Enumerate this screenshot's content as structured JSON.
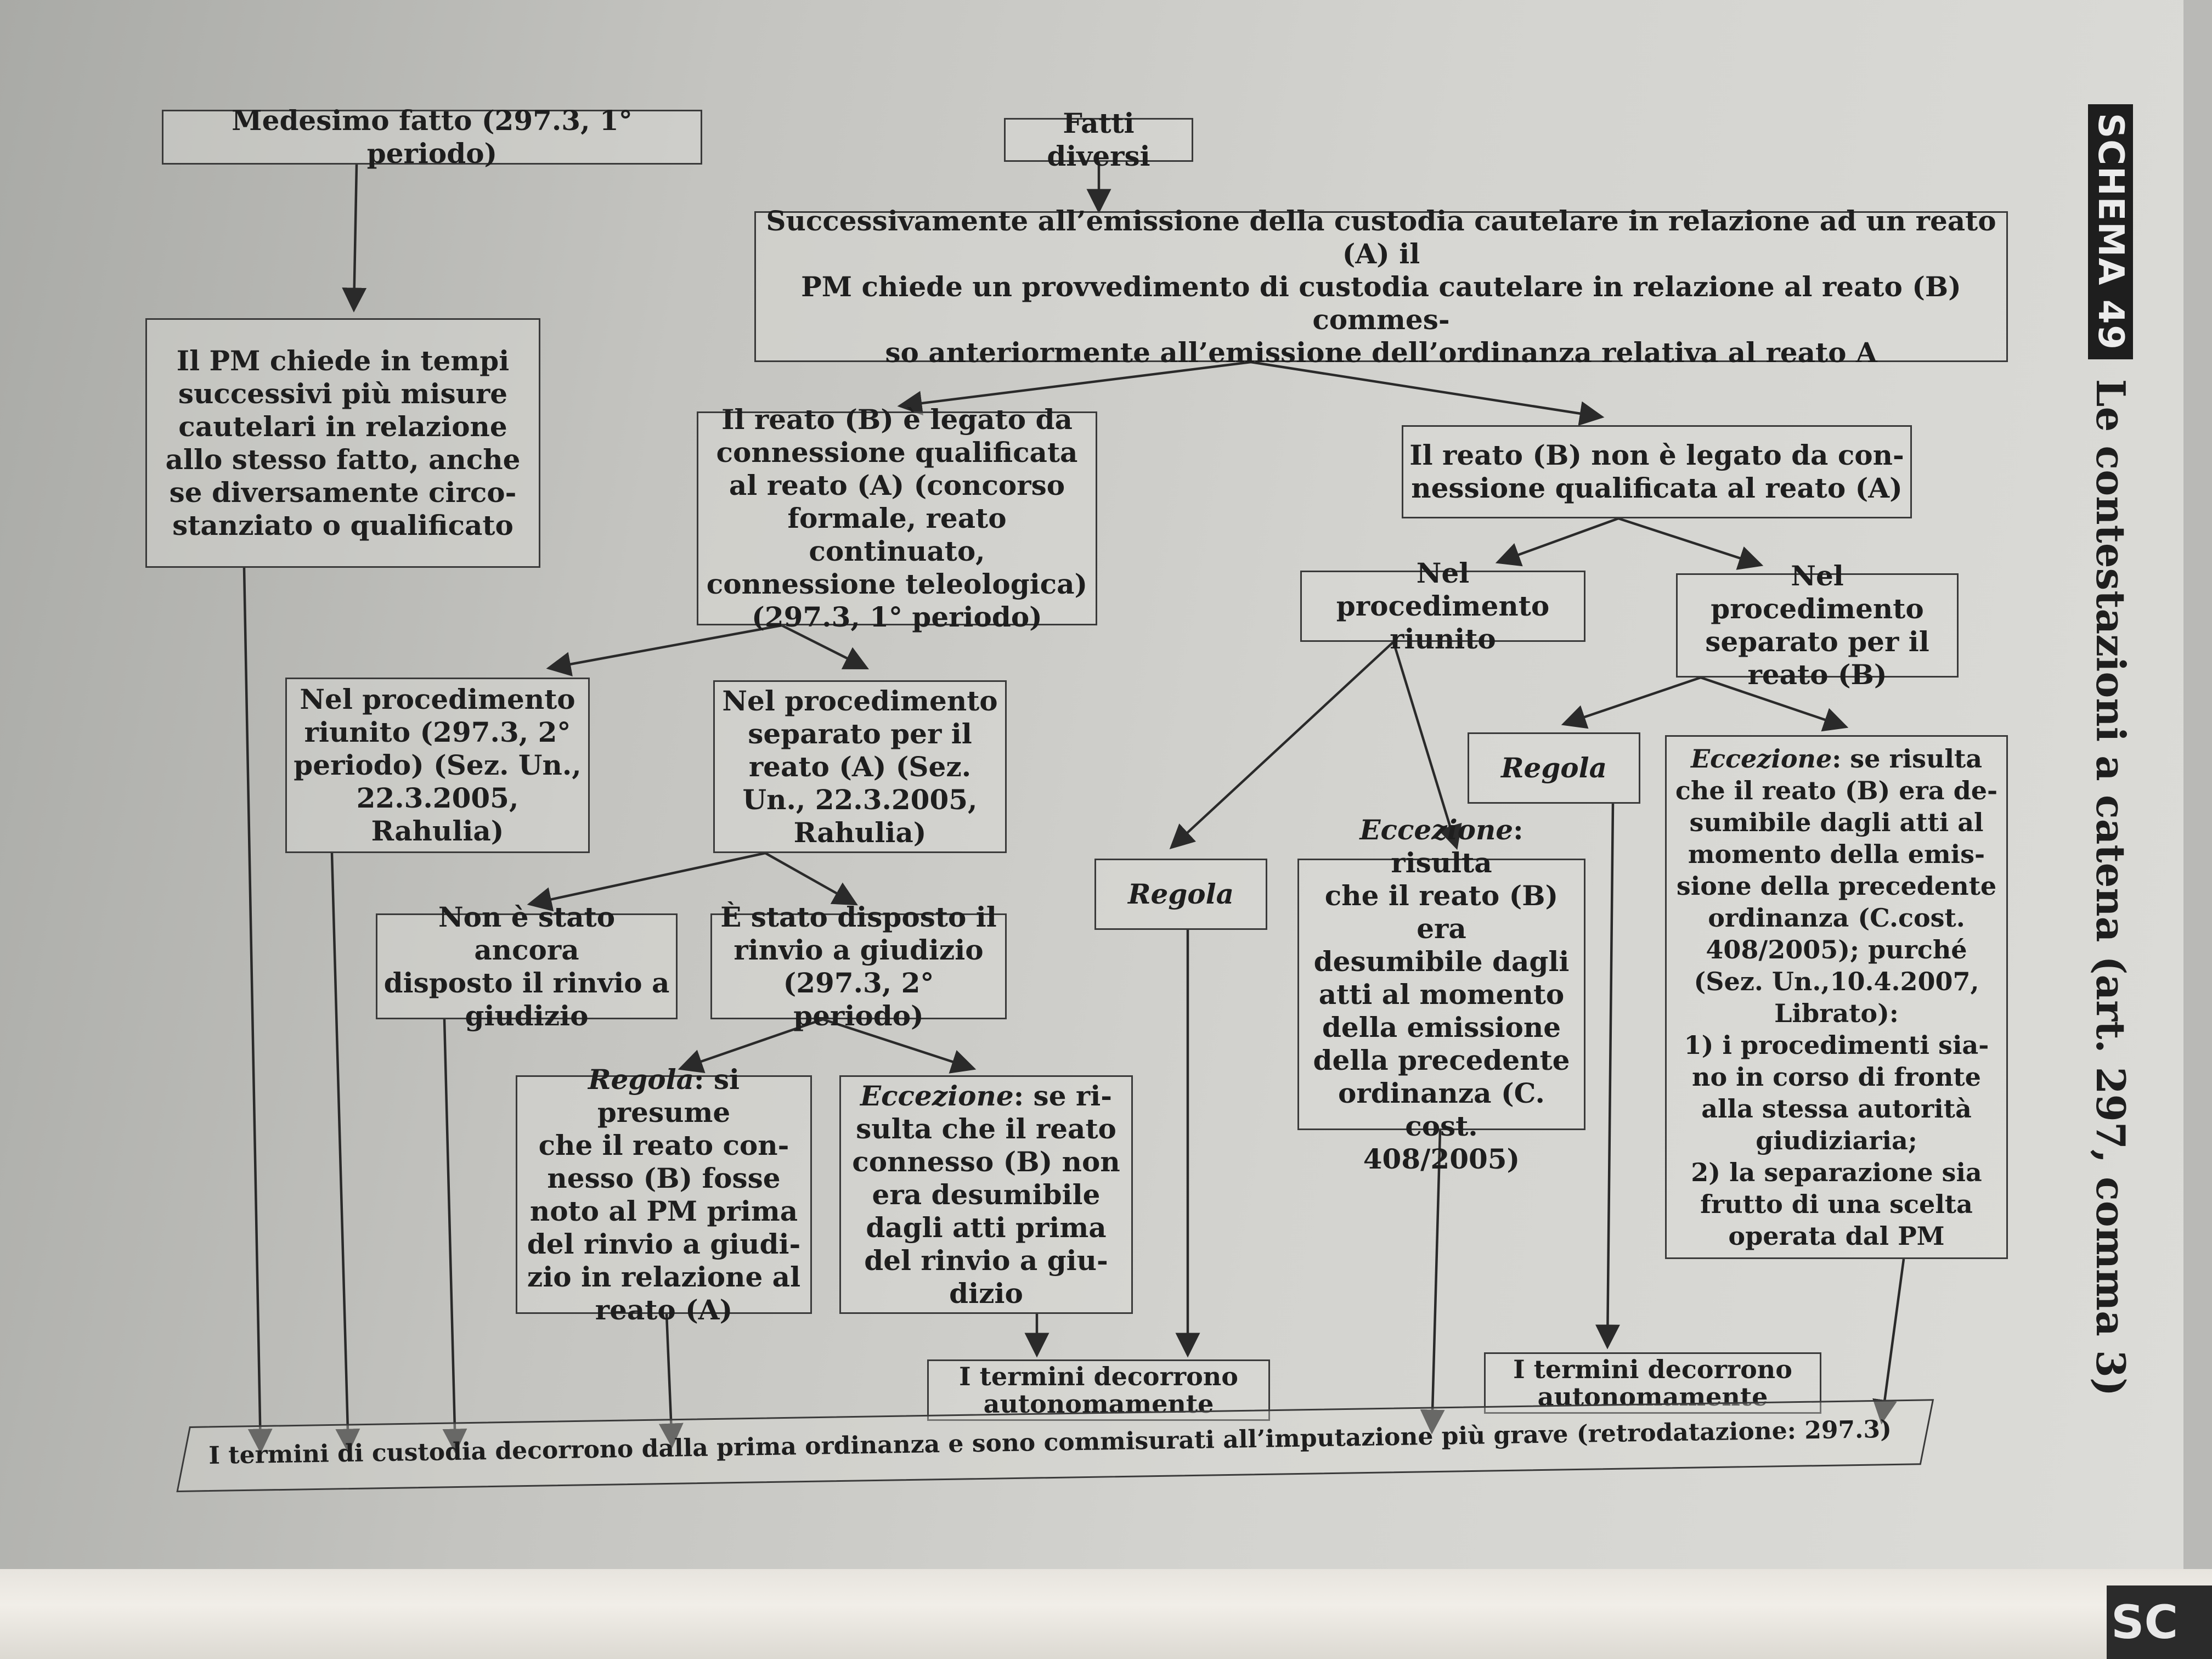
{
  "header": {
    "schema_label": "SCHEMA 49",
    "title": "Le contestazioni a catena (art. 297, comma 3)"
  },
  "next_page_tab": "SC",
  "boxes": {
    "medesimo_fatto": "Medesimo fatto (297.3, 1° periodo)",
    "fatti_diversi": "Fatti diversi",
    "successivamente": [
      "Successivamente all’emissione della custodia cautelare in relazione ad un reato (A) il",
      "PM chiede un provvedimento di custodia cautelare in relazione al reato (B) commes-",
      "so anteriormente all’emissione dell’ordinanza relativa al reato A"
    ],
    "pm_chiede": [
      "Il PM chiede in tempi",
      "successivi più misure",
      "cautelari in relazione",
      "allo stesso fatto, anche",
      "se diversamente circo-",
      "stanziato o qualificato"
    ],
    "legato_connessione": [
      "Il reato (B) è legato da",
      "connessione qualificata",
      "al reato (A) (concorso",
      "formale, reato continuato,",
      "connessione teleologica)",
      "(297.3, 1° periodo)"
    ],
    "non_legato": [
      "Il reato (B) non è legato da con-",
      "nessione qualificata al reato (A)"
    ],
    "proc_riunito_left": [
      "Nel procedimento",
      "riunito (297.3, 2°",
      "periodo) (Sez. Un.,",
      "22.3.2005,",
      "Rahulia)"
    ],
    "proc_separato_left": [
      "Nel procedimento",
      "separato per il",
      "reato (A) (Sez.",
      "Un., 22.3.2005,",
      "Rahulia)"
    ],
    "proc_riunito_right": [
      "Nel procedimento",
      "riunito"
    ],
    "proc_separato_right": [
      "Nel procedimento",
      "separato per il",
      "reato (B)"
    ],
    "non_disposto": [
      "Non è stato ancora",
      "disposto il rinvio a",
      "giudizio"
    ],
    "disposto": [
      "È stato disposto il",
      "rinvio a giudizio",
      "(297.3, 2° periodo)"
    ],
    "regola_presume": {
      "keyword": "Regola",
      "lines": [
        ": si presume",
        "che il reato con-",
        "nesso (B) fosse",
        "noto al PM prima",
        "del rinvio a giudi-",
        "zio in relazione al",
        "reato (A)"
      ]
    },
    "eccezione_rinvio": {
      "keyword": "Eccezione",
      "lines": [
        ": se ri-",
        "sulta che il reato",
        "connesso (B) non",
        "era desumibile",
        "dagli atti prima",
        "del rinvio a giu-",
        "dizio"
      ]
    },
    "regola_mid": "Regola",
    "eccezione_riunito": {
      "keyword": "Eccezione",
      "lines": [
        ": risulta",
        "che il reato (B) era",
        "desumibile dagli",
        "atti al momento",
        "della emissione",
        "della precedente",
        "ordinanza (C. cost.",
        "408/2005)"
      ]
    },
    "regola_right": "Regola",
    "eccezione_separato": {
      "keyword": "Eccezione",
      "lines": [
        ": se risulta",
        "che il reato (B) era de-",
        "sumibile dagli atti al",
        "momento della emis-",
        "sione della precedente",
        "ordinanza (C.cost.",
        "408/2005); purché",
        "(Sez. Un.,10.4.2007,",
        "Librato):",
        "1) i procedimenti sia-",
        "no in corso di fronte",
        "alla stessa autorità",
        "giudiziaria;",
        "2) la separazione sia",
        "frutto di una scelta",
        "operata dal PM"
      ]
    },
    "termini_autonomi_1": [
      "I termini decorrono",
      "autonomamente"
    ],
    "termini_autonomi_2": [
      "I termini decorrono",
      "autonomamente"
    ],
    "final": "I termini di custodia decorrono dalla prima ordinanza e sono commisurati all’imputazione più grave (retrodatazione: 297.3)"
  }
}
